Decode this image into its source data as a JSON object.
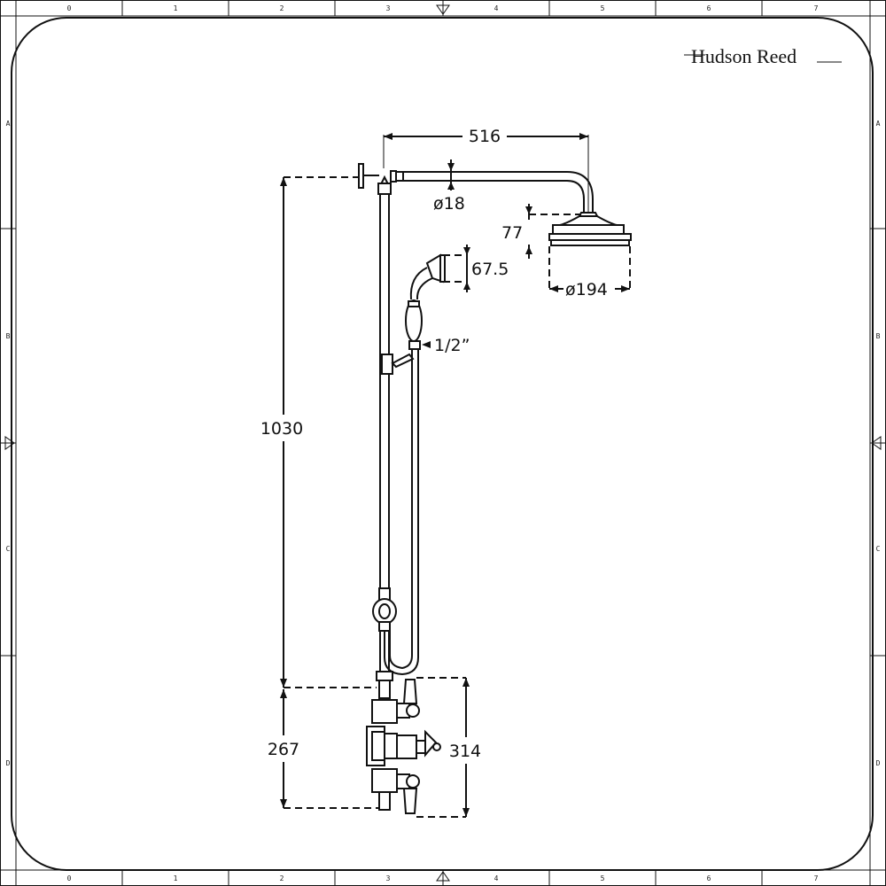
{
  "brand": {
    "name": "Hudson Reed"
  },
  "border": {
    "columns": [
      "0",
      "1",
      "2",
      "3",
      "4",
      "5",
      "6",
      "7"
    ],
    "rows": [
      "A",
      "B",
      "C",
      "D"
    ]
  },
  "dimensions": {
    "arm_length": "516",
    "arm_diameter": "ø18",
    "head_height": "77",
    "head_diameter": "ø194",
    "handset_head": "67.5",
    "outlet_thread": "1/2”",
    "riser_height": "1030",
    "valve_height": "267",
    "valve_total": "314"
  }
}
